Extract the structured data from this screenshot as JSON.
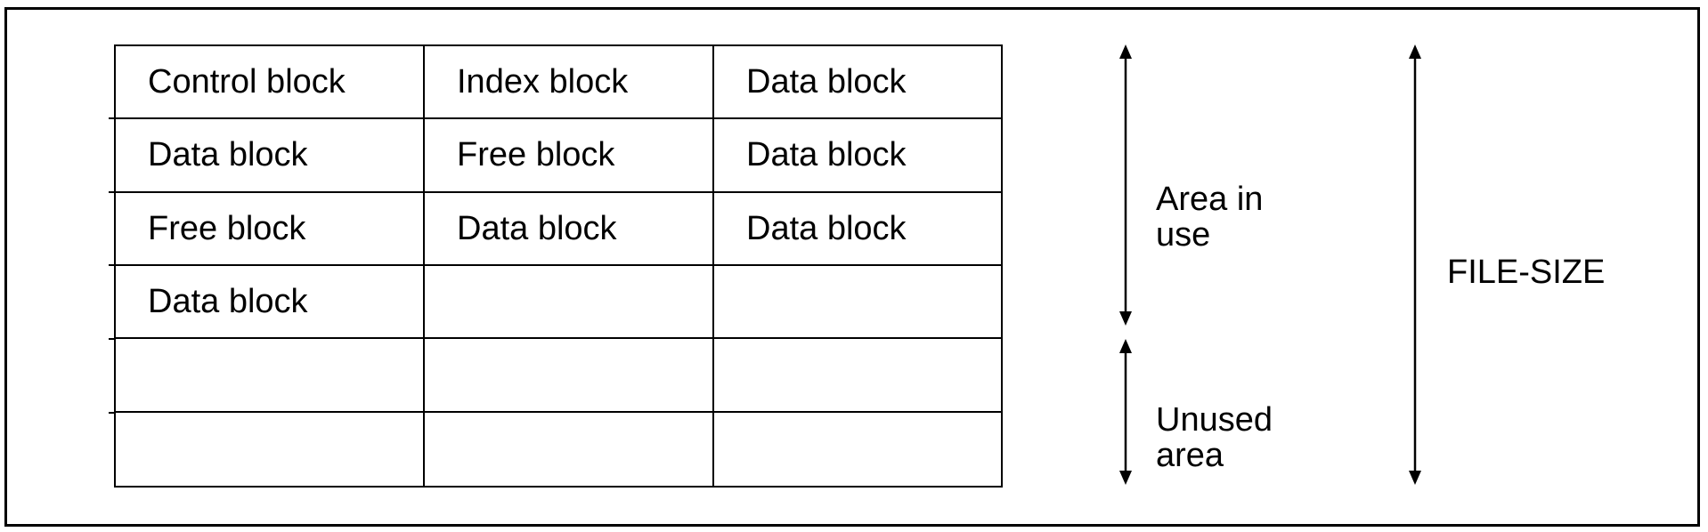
{
  "table": {
    "rows": [
      [
        "Control block",
        "Index block",
        "Data block"
      ],
      [
        "Data block",
        "Free block",
        "Data block"
      ],
      [
        "Free block",
        "Data block",
        "Data block"
      ],
      [
        "Data block",
        "",
        ""
      ],
      [
        "",
        "",
        ""
      ],
      [
        "",
        "",
        ""
      ]
    ]
  },
  "labels": {
    "area_in_use": "Area in\nuse",
    "unused_area": "Unused\narea",
    "file_size": "FILE-SIZE"
  }
}
